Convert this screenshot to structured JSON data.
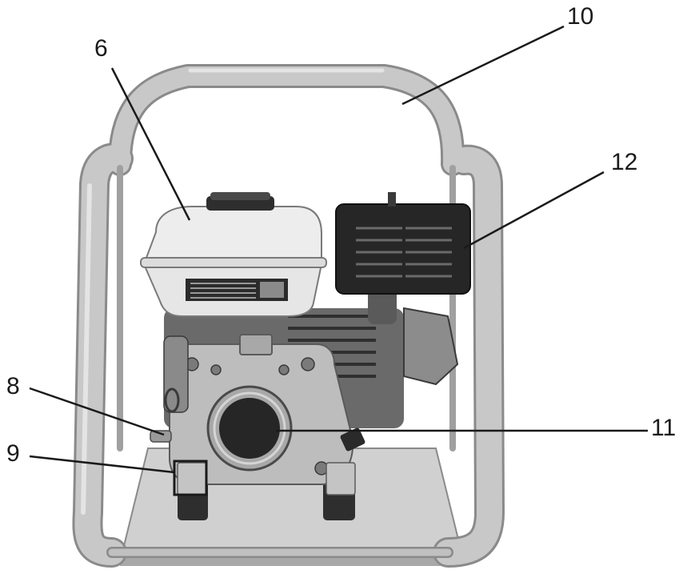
{
  "callouts": [
    {
      "id": "callout-6",
      "label": "6"
    },
    {
      "id": "callout-8",
      "label": "8"
    },
    {
      "id": "callout-9",
      "label": "9"
    },
    {
      "id": "callout-10",
      "label": "10"
    },
    {
      "id": "callout-11",
      "label": "11"
    },
    {
      "id": "callout-12",
      "label": "12"
    }
  ],
  "colors": {
    "frame": "#c6c6c6",
    "frame_edge": "#8a8a8a",
    "leader": "#1a1a1a",
    "tank": "#ececec",
    "engine_dark": "#2a2a2a",
    "casting": "#b9b9b9",
    "base": "#cfcfcf"
  }
}
